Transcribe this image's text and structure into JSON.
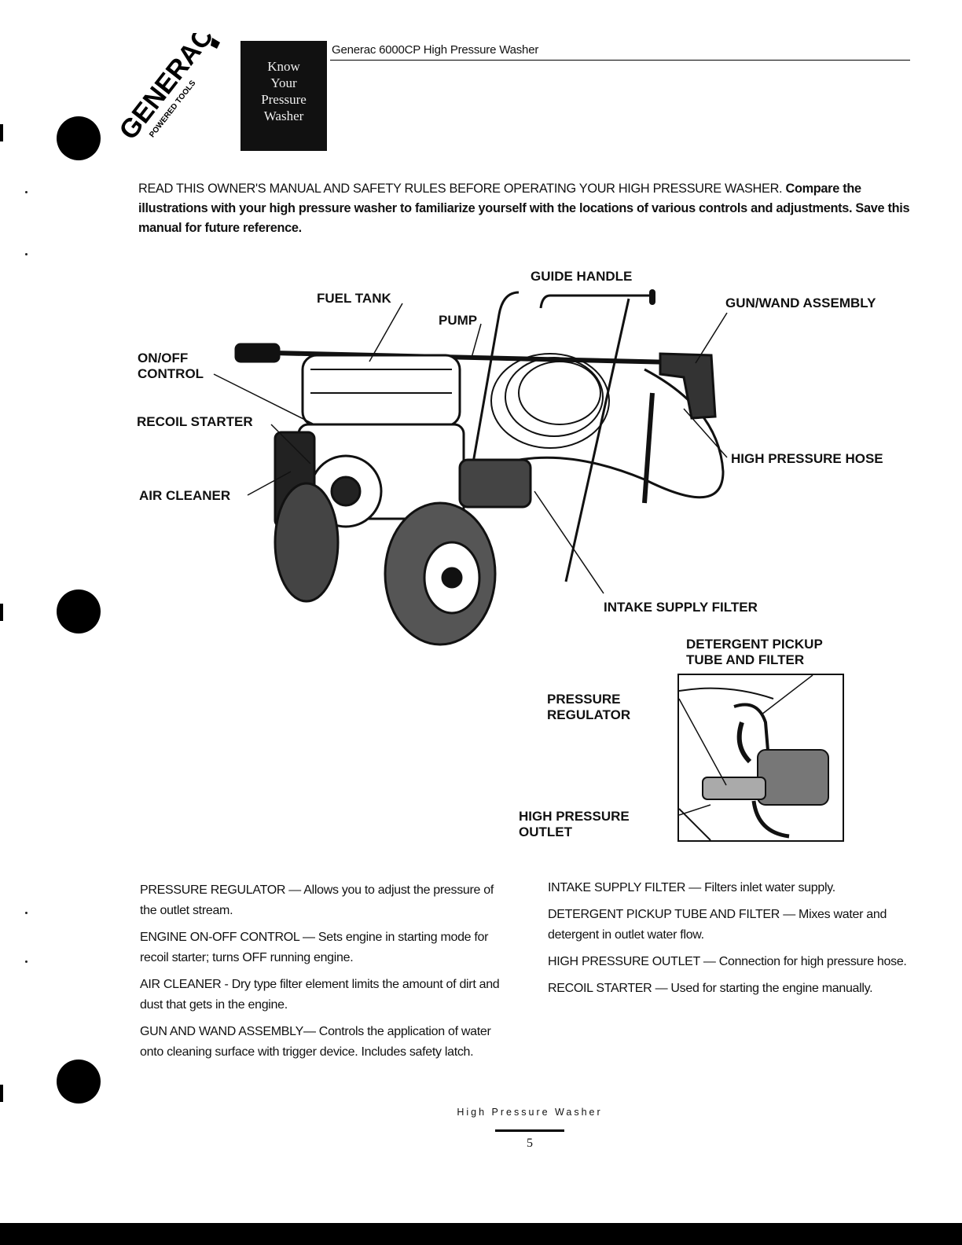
{
  "header": {
    "title": "Generac 6000CP High Pressure Washer",
    "badge_lines": [
      "Know",
      "Your",
      "Pressure",
      "Washer"
    ],
    "logo_text": "GENERAC",
    "logo_subtext": "POWERED TOOLS"
  },
  "intro": {
    "lead": "READ THIS OWNER'S MANUAL AND SAFETY RULES BEFORE OPERATING YOUR HIGH PRESSURE WASHER.",
    "body": "Compare the illustrations with your high pressure washer to familiarize yourself with the locations of various controls and adjustments. Save this manual for future reference."
  },
  "diagram_labels": {
    "guide_handle": "GUIDE HANDLE",
    "fuel_tank": "FUEL TANK",
    "pump": "PUMP",
    "gun_wand": "GUN/WAND ASSEMBLY",
    "onoff_line1": "ON/OFF",
    "onoff_line2": "CONTROL",
    "recoil_starter": "RECOIL STARTER",
    "air_cleaner": "AIR CLEANER",
    "high_pressure_hose": "HIGH PRESSURE HOSE",
    "intake_filter": "INTAKE SUPPLY FILTER",
    "detergent_line1": "DETERGENT PICKUP",
    "detergent_line2": "TUBE AND FILTER",
    "regulator_line1": "PRESSURE",
    "regulator_line2": "REGULATOR",
    "outlet_line1": "HIGH PRESSURE",
    "outlet_line2": "OUTLET"
  },
  "descriptions_left": [
    "PRESSURE REGULATOR — Allows you to adjust the pressure of the outlet stream.",
    "ENGINE ON-OFF CONTROL — Sets engine in starting mode for recoil starter; turns OFF running engine.",
    "AIR CLEANER - Dry type filter element limits the amount of dirt and dust that gets in the engine.",
    "GUN AND WAND ASSEMBLY— Controls the application of water onto cleaning surface with trigger device. Includes safety latch."
  ],
  "descriptions_right": [
    "INTAKE SUPPLY FILTER — Filters inlet water supply.",
    "DETERGENT PICKUP TUBE AND FILTER — Mixes water and detergent in outlet water flow.",
    "HIGH PRESSURE OUTLET — Connection for high pressure hose.",
    "RECOIL STARTER — Used for starting the engine manually."
  ],
  "footer": {
    "title": "High Pressure Washer",
    "page_number": "5"
  }
}
